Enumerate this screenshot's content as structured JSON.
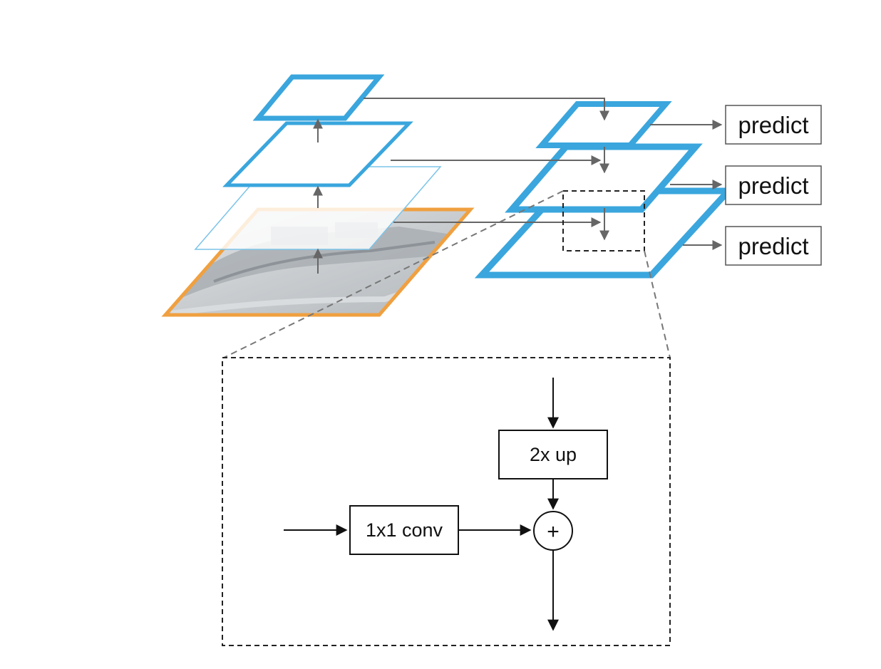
{
  "colors": {
    "pyramid_blue": "#3aa6dd",
    "image_orange": "#f0a040",
    "connector_gray": "#666666",
    "line_black": "#111111"
  },
  "predict_boxes": [
    {
      "label": "predict"
    },
    {
      "label": "predict"
    },
    {
      "label": "predict"
    }
  ],
  "inset": {
    "upsample_label": "2x up",
    "lateral_label": "1x1 conv",
    "merge_symbol": "+"
  },
  "icons": {
    "input_image": "boat-photo-icon",
    "merge": "plus-circle-icon"
  }
}
